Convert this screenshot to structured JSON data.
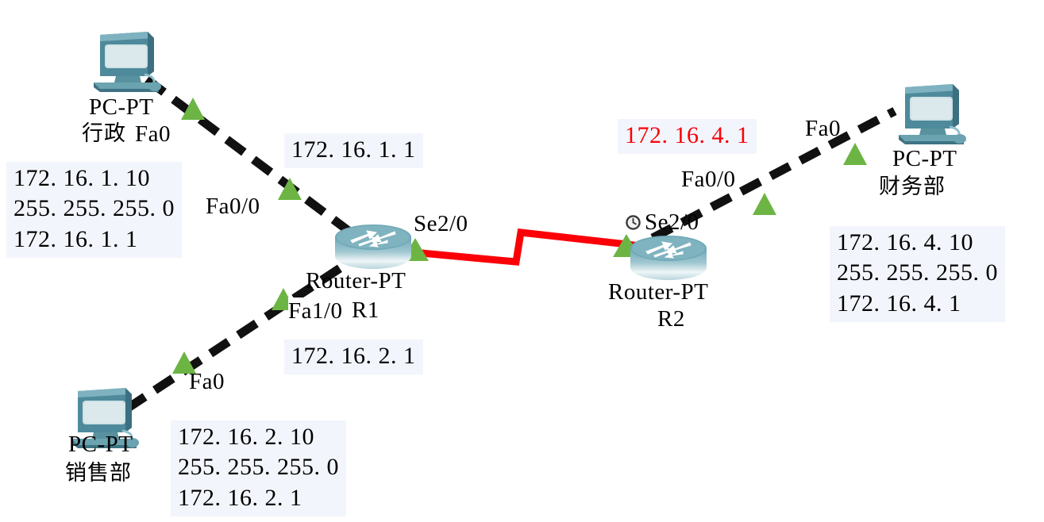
{
  "diagram": {
    "title": "Network topology with two routers and three PCs",
    "colors": {
      "link_ethernet": "#111111",
      "link_serial": "#fb0007",
      "endpoint_marker": "#6cb544",
      "label_box_bg": "#f3f5fc",
      "device_body": "#4e8a9c",
      "text": "#000000",
      "text_highlight": "#fb0007"
    }
  },
  "devices": [
    {
      "id": "pc-admin",
      "icon": "pc-icon",
      "type_label": "PC-PT",
      "name_label": "行政",
      "port_label": "Fa0"
    },
    {
      "id": "pc-sales",
      "icon": "pc-icon",
      "type_label": "PC-PT",
      "name_label": "销售部",
      "port_label": "Fa0"
    },
    {
      "id": "pc-finance",
      "icon": "pc-icon",
      "type_label": "PC-PT",
      "name_label": "财务部",
      "port_label": "Fa0"
    },
    {
      "id": "router-r1",
      "icon": "router-icon",
      "type_label": "Router-PT",
      "name_label": "R1"
    },
    {
      "id": "router-r2",
      "icon": "router-icon",
      "type_label": "Router-PT",
      "name_label": "R2"
    }
  ],
  "interfaces": {
    "r1_fa0_0": "Fa0/0",
    "r1_fa1_0": "Fa1/0",
    "r1_se2_0": "Se2/0",
    "r2_se2_0": "Se2/0",
    "r2_fa0_0": "Fa0/0",
    "pc_admin_fa0": "Fa0",
    "pc_sales_fa0": "Fa0",
    "pc_finance_fa0": "Fa0"
  },
  "addresses": {
    "r1_fa0_0_ip": "172. 16. 1. 1",
    "r1_fa1_0_ip": "172. 16. 2. 1",
    "r2_fa0_0_ip": "172. 16. 4. 1",
    "pc_admin": {
      "ip": "172. 16. 1. 10",
      "mask": "255. 255. 255. 0",
      "gateway": "172. 16. 1. 1"
    },
    "pc_sales": {
      "ip": "172. 16. 2. 10",
      "mask": "255. 255. 255. 0",
      "gateway": "172. 16. 2. 1"
    },
    "pc_finance": {
      "ip": "172. 16. 4. 10",
      "mask": "255. 255. 255. 0",
      "gateway": "172. 16. 4. 1"
    }
  },
  "links": [
    {
      "id": "link-admin-r1",
      "from": "pc-admin",
      "to": "router-r1",
      "style": "ethernet-dashed"
    },
    {
      "id": "link-sales-r1",
      "from": "pc-sales",
      "to": "router-r1",
      "style": "ethernet-dashed"
    },
    {
      "id": "link-r1-r2",
      "from": "router-r1",
      "to": "router-r2",
      "style": "serial-red"
    },
    {
      "id": "link-r2-finance",
      "from": "router-r2",
      "to": "pc-finance",
      "style": "ethernet-dashed"
    }
  ],
  "markers": {
    "dce_clock": "clock-icon"
  }
}
